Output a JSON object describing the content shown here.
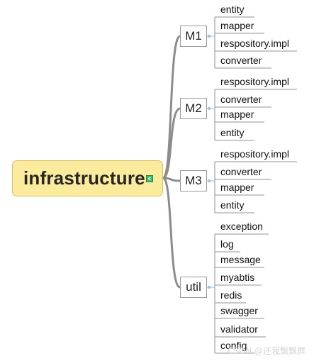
{
  "root": {
    "label": "infrastructure",
    "icon": "note-icon",
    "icon_glyph": "c"
  },
  "modules": [
    {
      "label": "M1",
      "children": [
        "entity",
        "mapper",
        "respository.impl",
        "converter"
      ]
    },
    {
      "label": "M2",
      "children": [
        "respository.impl",
        "converter",
        "mapper",
        "entity"
      ]
    },
    {
      "label": "M3",
      "children": [
        "respository.impl",
        "converter",
        "mapper",
        "entity"
      ]
    },
    {
      "label": "util",
      "children": [
        "exception",
        "log",
        "message",
        "myabtis",
        "redis",
        "swagger",
        "validator",
        "config"
      ]
    }
  ],
  "watermark": "CSDN @还我飘飘群",
  "colors": {
    "root_fill": "#fbeb9c",
    "root_border": "#d9c25c",
    "trunk": "#8c8c8c",
    "leaf_line": "#a9a9a9",
    "connector_dot": "#9ec3ea"
  }
}
